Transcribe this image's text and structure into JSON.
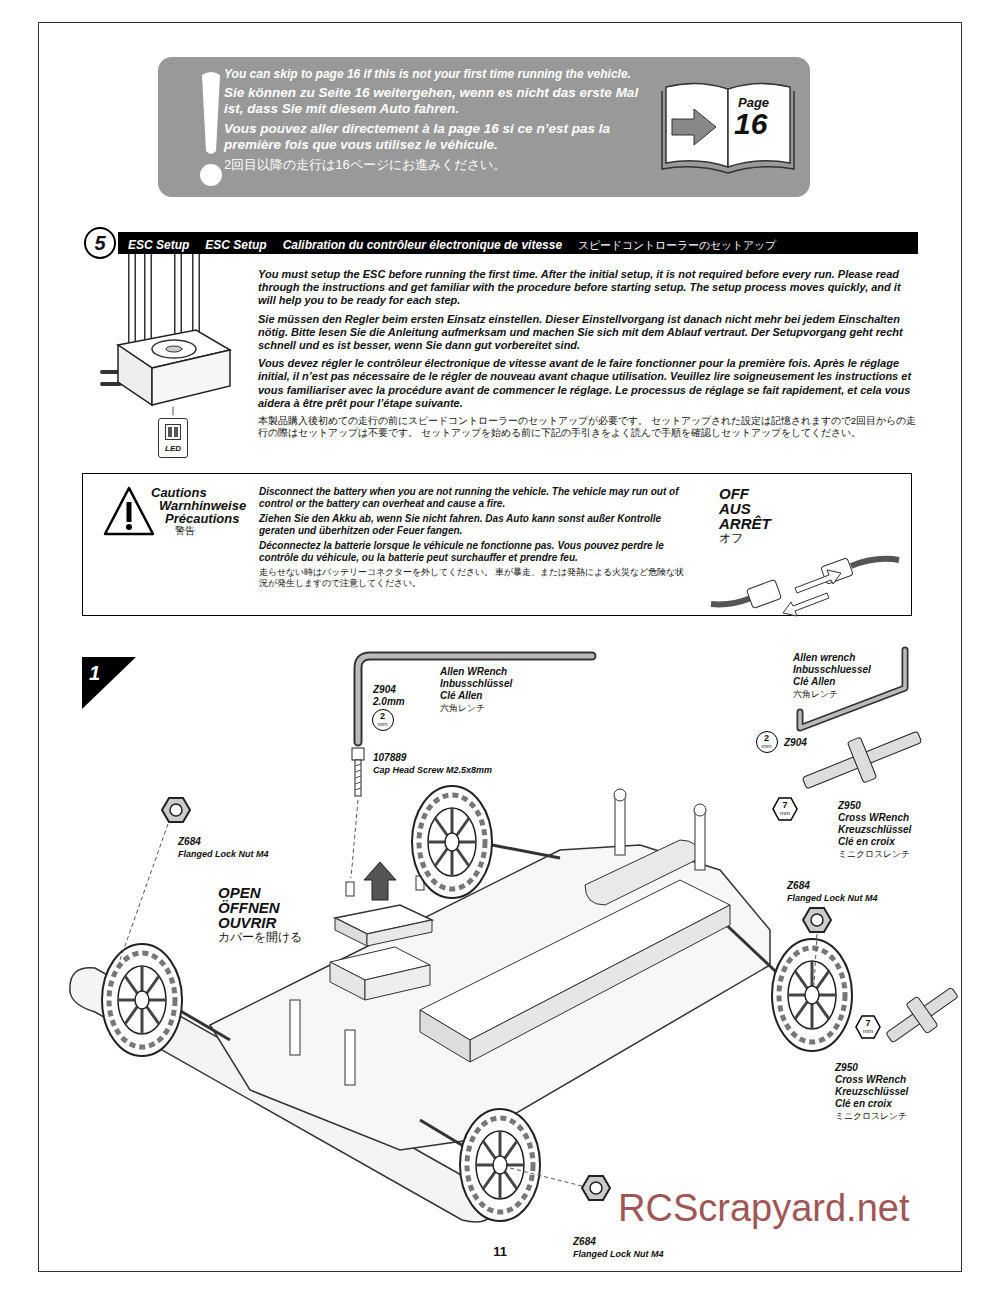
{
  "diagram": {
    "nodes": [
      {
        "text": [
          "You can skip to page 16 if this is not your first time running the vehicle.",
          "Sie können zu Seite 16 weitergehen, wenn es nicht das erste Mal ist, dass Sie mit diesem Auto fahren.",
          "Vous pouvez aller directement à la page 16 si ce n’est pas la première fois que vous utilisez le véhicule.",
          "2回目以降の走行は16ページにお進みください。"
        ]
      },
      {
        "text": [
          "Page",
          "16"
        ],
        "in": 0
      },
      {
        "text": [
          "5"
        ]
      },
      {
        "text": [
          "ESC Setup",
          "ESC Setup",
          "Calibration du contrôleur électronique de vitesse",
          "スピードコントローラーのセットアップ"
        ]
      },
      {
        "text": [
          "LED"
        ]
      },
      {
        "text": [
          "Cautions",
          "Warnhinweise",
          "Précautions",
          "警告",
          "Disconnect the battery when you are not running the vehicle. The vehicle may run out of control or the battery can overheat and cause a fire.",
          "Ziehen Sie den Akku ab, wenn Sie nicht fahren. Das Auto kann sonst außer Kontrolle geraten und überhitzen oder Feuer fangen.",
          "Déconnectez la batterie lorsque le véhicule ne fonctionne pas. Vous pouvez perdre le contrôle du véhicule, ou la batterie peut surchauffer et prendre feu.",
          "走らせない時はバッテリーコネクターを外してください。 車が暴走、または発熱による火災など危険な状況が発生しますので注意してください。",
          "OFF",
          "AUS",
          "ARRÊT",
          "オフ"
        ]
      },
      {
        "text": [
          "1"
        ]
      },
      {
        "text": [
          "2",
          "mm"
        ]
      },
      {
        "text": [
          "2",
          "mm"
        ]
      },
      {
        "text": [
          "7",
          "mm"
        ]
      },
      {
        "text": [
          "7",
          "mm"
        ]
      }
    ],
    "labels": [
      "You must setup the ESC before running the first time. After the initial setup, it is not required before every run. Please read through the instructions and get familiar with the procedure before starting setup. The setup process moves quickly, and it will help you to be ready for each step.",
      "Sie müssen den Regler beim ersten Einsatz einstellen. Dieser Einstellvorgang ist danach nicht mehr bei jedem Einschalten nötig. Bitte lesen Sie die Anleitung aufmerksam und machen Sie sich mit dem Ablauf vertraut. Der Setupvorgang geht recht schnell und es ist besser, wenn Sie dann gut vorbereitet sind.",
      "Vous devez régler le contrôleur électronique de vitesse avant de le faire fonctionner pour la première fois. Après le réglage initial, il n’est pas nécessaire de le régler de nouveau avant chaque utilisation. Veuillez lire soigneusement les instructions et vous familiariser avec la procédure avant de commencer le réglage. Le processus de réglage se fait rapidement, et cela vous aidera à être prêt pour l’étape suivante.",
      "本製品購入後初めての走行の前にスピードコントローラーのセットアップが必要です。 セットアップされた設定は記憶されますので2回目からの走行の際はセットアップは不要です。 セットアップを始める前に下記の手引きをよく読んで手順を確認しセットアップをしてください。",
      "Allen WRench",
      "Inbusschlüssel",
      "Clé Allen",
      "六角レンチ",
      "Z904",
      "2.0mm",
      "107889",
      "Cap Head Screw M2.5x8mm",
      "Allen wrench",
      "Inbusschluessel",
      "Clé Allen",
      "六角レンチ",
      "Z904",
      "Z950",
      "Cross WRench",
      "Kreuzschlüssel",
      "Clé en croix",
      "ミニクロスレンチ",
      "Z684",
      "Flanged Lock Nut M4",
      "OPEN",
      "ÖFFNEN",
      "OUVRIR",
      "カバーを開ける",
      "Z684",
      "Flanged Lock Nut M4",
      "Z950",
      "Cross WRench",
      "Kreuzschlüssel",
      "Clé en croix",
      "ミニクロスレンチ",
      "Z684",
      "Flanged Lock Nut M4",
      "11",
      "RCScrapyard.net"
    ]
  }
}
